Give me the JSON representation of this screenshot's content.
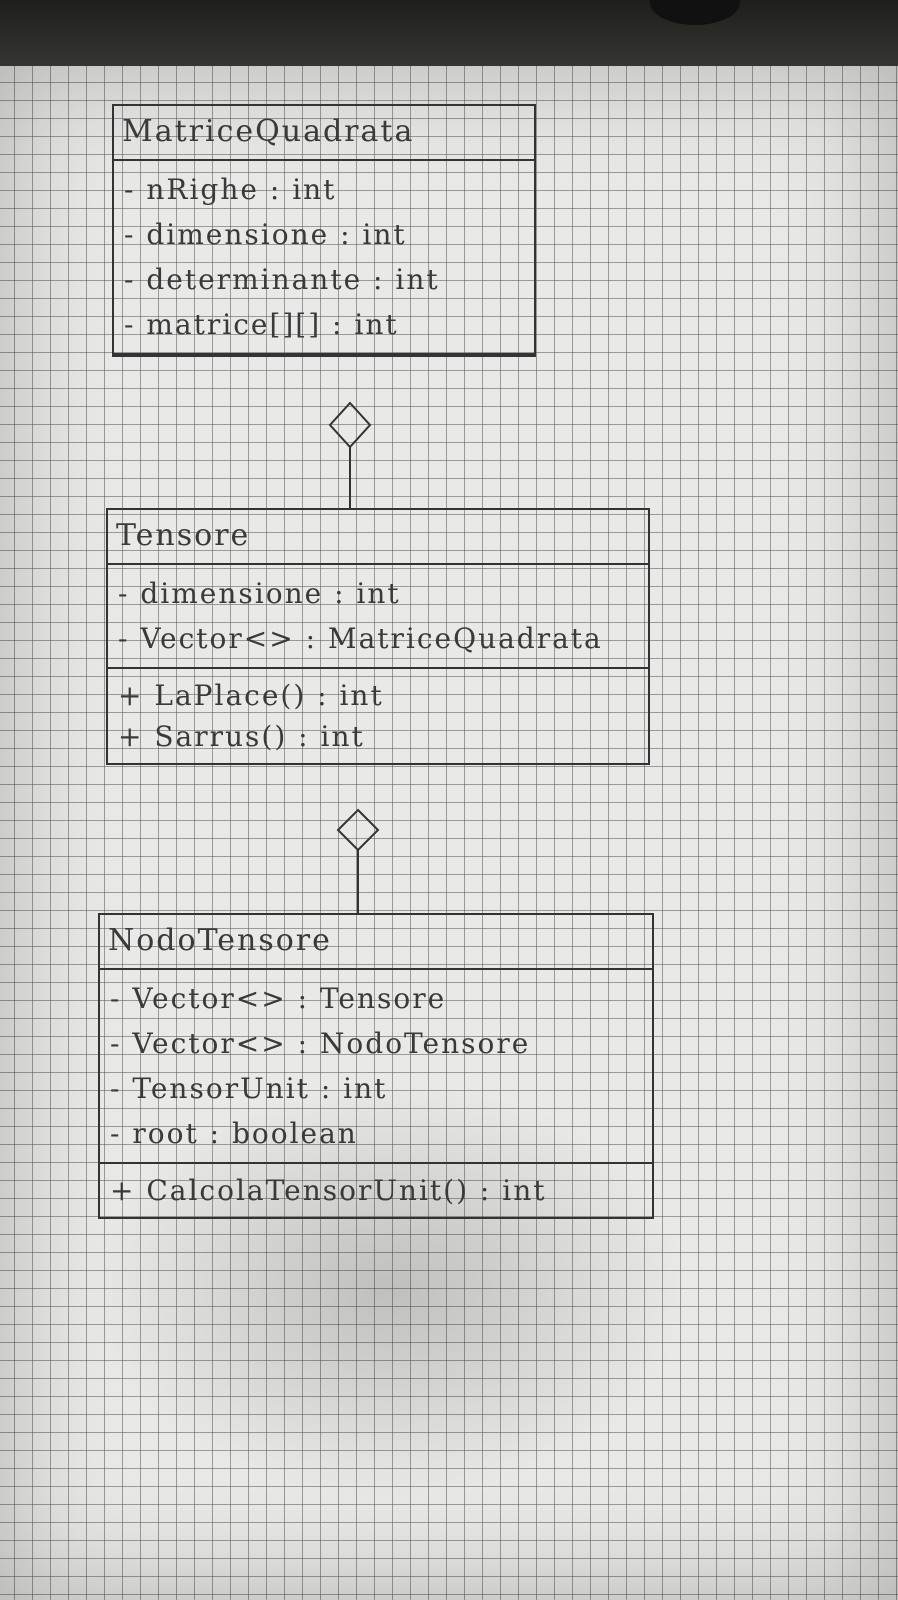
{
  "diagram": {
    "classes": [
      {
        "name": "MatriceQuadrata",
        "attributes": [
          "- nRighe : int",
          "- dimensione : int",
          "- determinante : int",
          "- matrice[][] : int"
        ],
        "methods": []
      },
      {
        "name": "Tensore",
        "attributes": [
          "- dimensione : int",
          "- Vector<> : MatriceQuadrata"
        ],
        "methods": [
          "+ LaPlace() : int",
          "+ Sarrus() : int"
        ]
      },
      {
        "name": "NodoTensore",
        "attributes": [
          "- Vector<> : Tensore",
          "- Vector<> : NodoTensore",
          "- TensorUnit : int",
          "- root : boolean"
        ],
        "methods": [
          "+ CalcolaTensorUnit() : int"
        ]
      }
    ],
    "relations": [
      {
        "type": "aggregation",
        "whole": "MatriceQuadrata",
        "part": "Tensore"
      },
      {
        "type": "aggregation",
        "whole": "Tensore",
        "part": "NodoTensore"
      }
    ],
    "colors": {
      "ink": "#3a3a3a",
      "paper": "#e9e9e7",
      "grid": "#5a5a5a"
    }
  }
}
